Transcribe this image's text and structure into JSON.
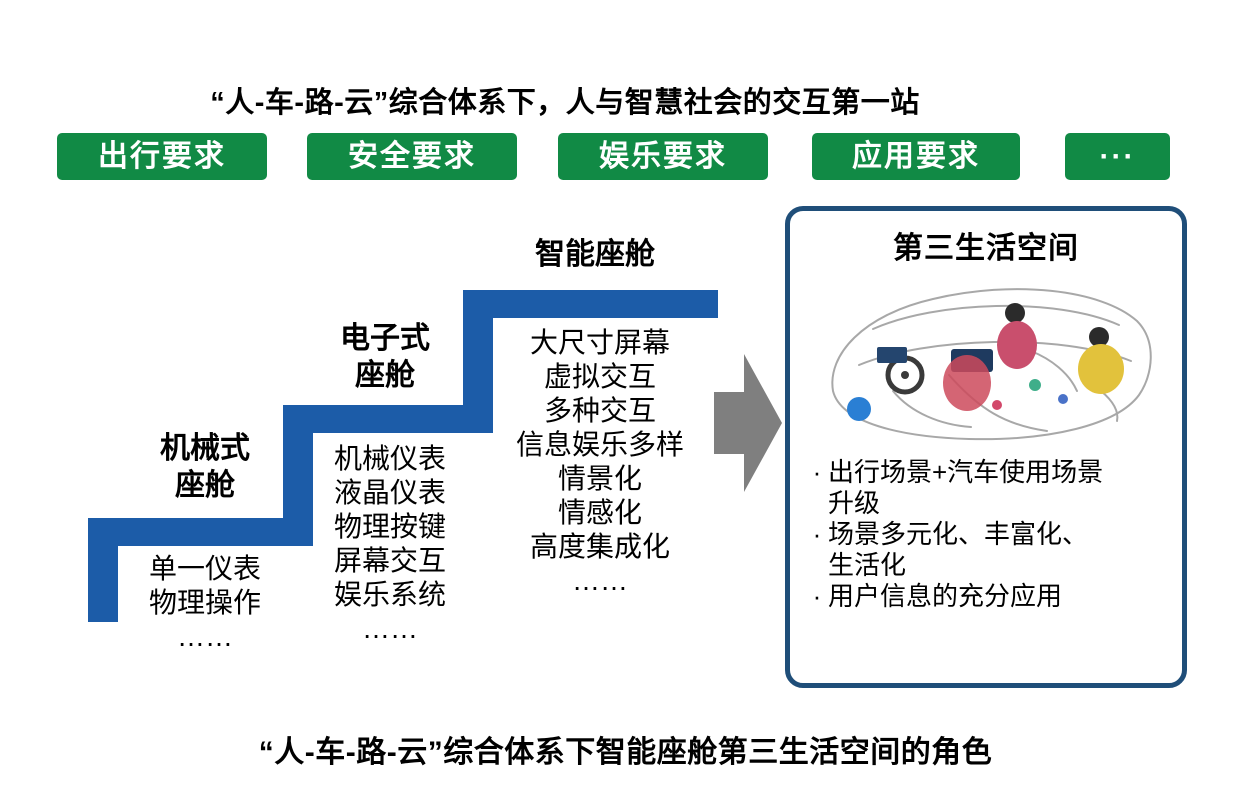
{
  "colors": {
    "green": "#118a45",
    "blue": "#1c5ca8",
    "navy": "#1f4e79",
    "gray": "#7f7f7f"
  },
  "header": {
    "title": "“人-车-路-云”综合体系下，人与智慧社会的交互第一站"
  },
  "requirements": [
    {
      "label": "出行要求"
    },
    {
      "label": "安全要求"
    },
    {
      "label": "娱乐要求"
    },
    {
      "label": "应用要求"
    },
    {
      "label": "···"
    }
  ],
  "stairs": {
    "steps": [
      {
        "title_lines": [
          "机械式",
          "座舱"
        ],
        "items": [
          "单一仪表",
          "物理操作",
          "……"
        ]
      },
      {
        "title_lines": [
          "电子式",
          "座舱"
        ],
        "items": [
          "机械仪表",
          "液晶仪表",
          "物理按键",
          "屏幕交互",
          "娱乐系统",
          "……"
        ]
      },
      {
        "title_lines": [
          "智能座舱"
        ],
        "items": [
          "大尺寸屏幕",
          "虚拟交互",
          "多种交互",
          "信息娱乐多样",
          "情景化",
          "情感化",
          "高度集成化",
          "……"
        ]
      }
    ]
  },
  "third_space": {
    "title": "第三生活空间",
    "bullet_marker": "·",
    "bullets": [
      [
        "出行场景+汽车使用场景",
        "升级"
      ],
      [
        "场景多元化、丰富化、",
        "生活化"
      ],
      [
        "用户信息的充分应用"
      ]
    ]
  },
  "footer": {
    "caption": "“人-车-路-云”综合体系下智能座舱第三生活空间的角色"
  }
}
